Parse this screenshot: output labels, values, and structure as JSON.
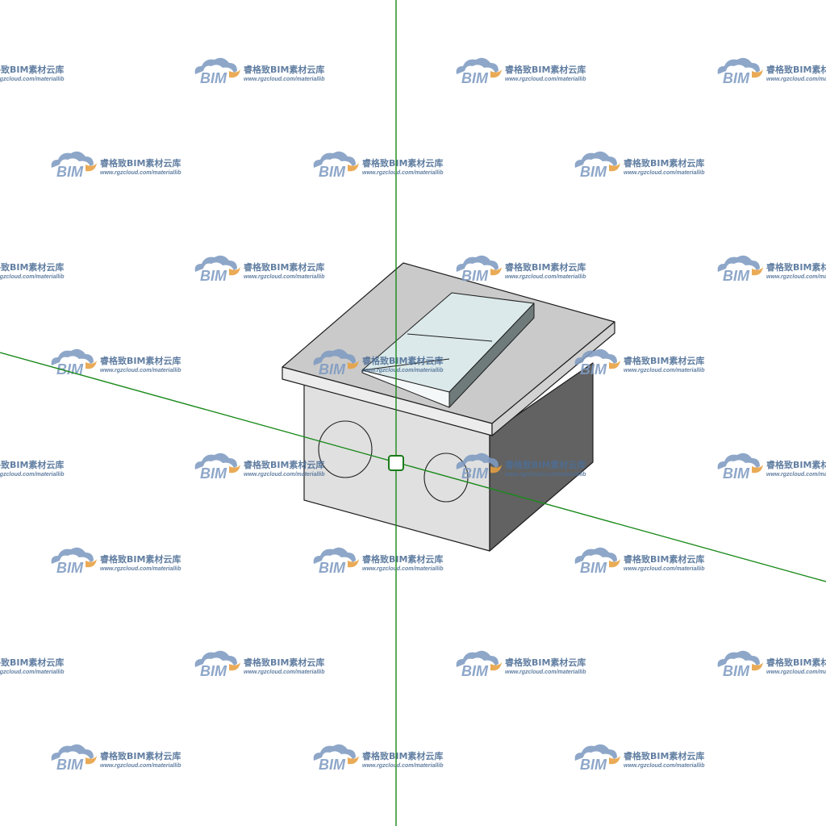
{
  "viewport": {
    "background": "#ffffff",
    "axis_color": "#1a8a1a",
    "origin_marker": "origin-square-icon"
  },
  "model": {
    "type": "junction-box-with-cover",
    "colors": {
      "front_face": "#e0e0e0",
      "side_face": "#626262",
      "top_plate": "#cacaca",
      "plate_front_edge": "#ececec",
      "plate_right_edge": "#d2d2d2",
      "glass": "#dbe9ea",
      "glass_edge": "#6f7b7b",
      "outline": "#1e1e1e"
    }
  },
  "watermark": {
    "logo_text": "BIM",
    "title": "睿格致BIM素材云库",
    "url": "www.rgzcloud.com/materiallib",
    "text_color": "#4d6e96",
    "cloud_color": "#7f9bc2",
    "accent_color": "#e8a040"
  }
}
